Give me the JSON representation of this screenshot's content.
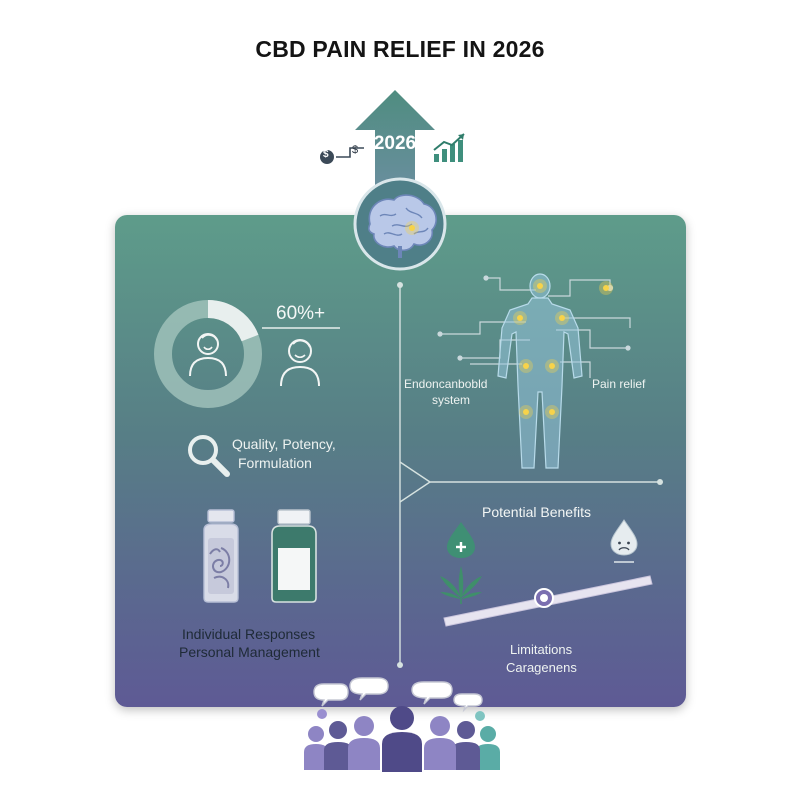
{
  "title": "CBD PAIN RELIEF IN 2026",
  "header": {
    "year": "2026",
    "money_label": "$",
    "dollar_label": "$"
  },
  "stats": {
    "percent": "60%+"
  },
  "quality": {
    "line1": "Quality, Potency,",
    "line2": "Formulation"
  },
  "individual": {
    "line1": "Individual Responses",
    "line2": "Personal Management"
  },
  "body_diagram": {
    "left_label_line1": "Endoncanbobld",
    "left_label_line2": "system",
    "right_label": "Pain relief"
  },
  "balance": {
    "benefits_label": "Potential Benefits",
    "limitations_line1": "Limitations",
    "limitations_line2": "Caragenens",
    "plus_symbol": "+"
  },
  "colors": {
    "panel_top": "#5e9c8a",
    "panel_bottom": "#5e5a95",
    "arrow": "#5d8f86",
    "accent_glow": "#f3c742",
    "people": "#6a609e"
  },
  "icons": [
    "arrow-up-icon",
    "dollar-icon",
    "growth-chart-icon",
    "brain-icon",
    "donut-ring-icon",
    "person-icon",
    "magnifier-icon",
    "bottle-icon",
    "body-icon",
    "droplet-plus-icon",
    "droplet-sad-icon",
    "cannabis-leaf-icon",
    "seesaw-icon",
    "speech-bubble-icon",
    "crowd-icon"
  ]
}
